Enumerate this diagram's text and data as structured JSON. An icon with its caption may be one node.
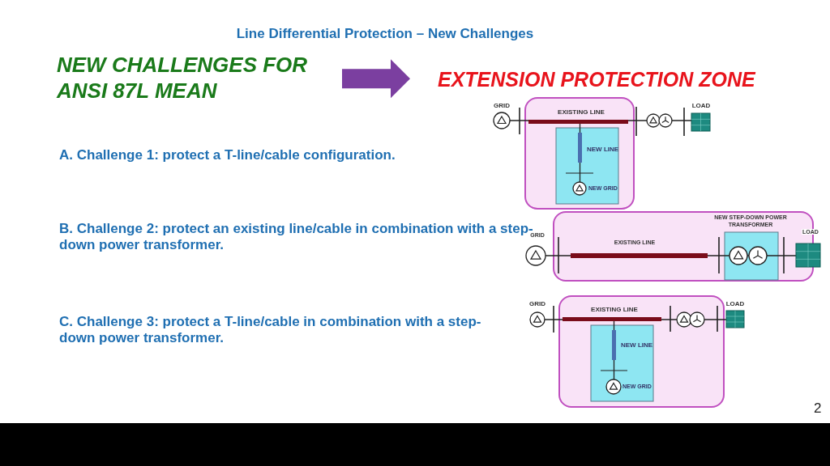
{
  "diagram": {
    "title": "Line Differential Protection – New Challenges",
    "nodes": [
      {
        "text": [
          "NEW CHALLENGES FOR ANSI 87L MEAN"
        ]
      },
      {
        "text": [
          "EXTENSION PROTECTION ZONE"
        ]
      }
    ],
    "edges": [
      {
        "from": 0,
        "to": 1,
        "arrow": "to",
        "style": "thick",
        "color": "#7b3fa0"
      }
    ],
    "labels": [
      "A. Challenge 1: protect a T-line/cable configuration.",
      "GRID",
      "EXISTING LINE",
      "LOAD",
      "NEW LINE",
      "NEW GRID",
      "B. Challenge 2: protect an existing line/cable in combination with a step-down power transformer.",
      "NEW STEP-DOWN POWER TRANSFORMER",
      "GRID",
      "EXISTING LINE",
      "LOAD",
      "C. Challenge 3: protect a T-line/cable in combination with a step-down power transformer.",
      "GRID",
      "EXISTING LINE",
      "LOAD",
      "NEW LINE",
      "NEW GRID",
      "2"
    ]
  }
}
